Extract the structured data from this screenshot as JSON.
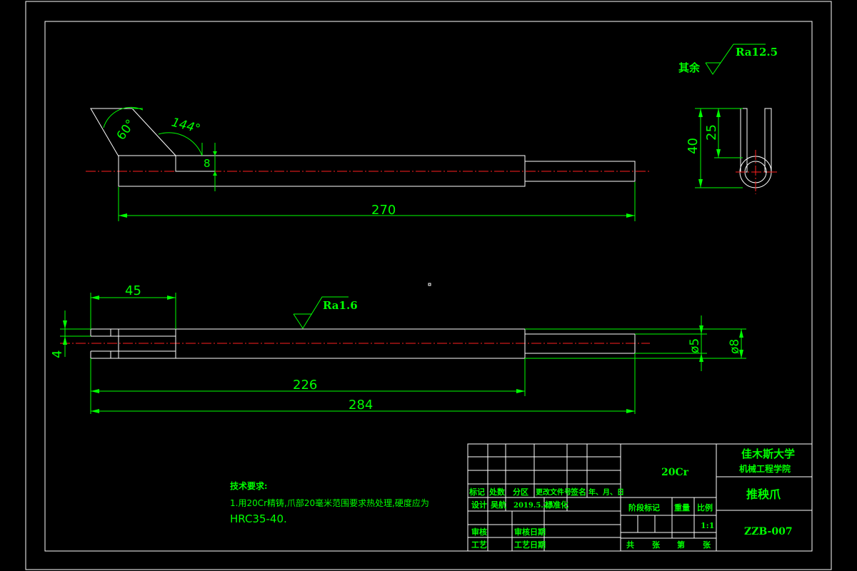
{
  "views": {
    "front": {
      "dim_length": "270",
      "dim_height": "8",
      "angle_1": "60°",
      "angle_2": "144°"
    },
    "side": {
      "dim_outer": "40",
      "dim_inner": "25"
    },
    "bottom": {
      "dim_jaw": "45",
      "dim_226": "226",
      "dim_284": "284",
      "dim_slot": "4",
      "dim_d5": "ø5",
      "dim_d8": "ø8",
      "roughness": "Ra1.6"
    }
  },
  "surface_finish": {
    "label": "其余",
    "value": "Ra12.5"
  },
  "tech_requirements": {
    "heading": "技术要求:",
    "line1": "1.用20Cr精铸,爪部20毫米范围要求热处理,硬度应为",
    "line2": "HRC35-40."
  },
  "title_block": {
    "revision_headers": [
      "标记",
      "处数",
      "分区",
      "更改文件号",
      "签名",
      "年、月、日"
    ],
    "design_label": "设计",
    "designer": "吴航",
    "design_date": "2019.5.25",
    "standardize_label": "标准化",
    "review_label": "审核",
    "review_date_label": "审核日期",
    "process_label": "工艺",
    "process_date_label": "工艺日期",
    "material": "20Cr",
    "stage_label": "阶段标记",
    "weight_label": "重量",
    "scale_label": "比例",
    "scale_value": "1:1",
    "sheets_total": "共",
    "sheets_unit": "张",
    "sheet_no": "第",
    "sheet_unit2": "张",
    "university": "佳木斯大学",
    "college": "机械工程学院",
    "part_name": "推秧爪",
    "drawing_no": "ZZB-007"
  }
}
